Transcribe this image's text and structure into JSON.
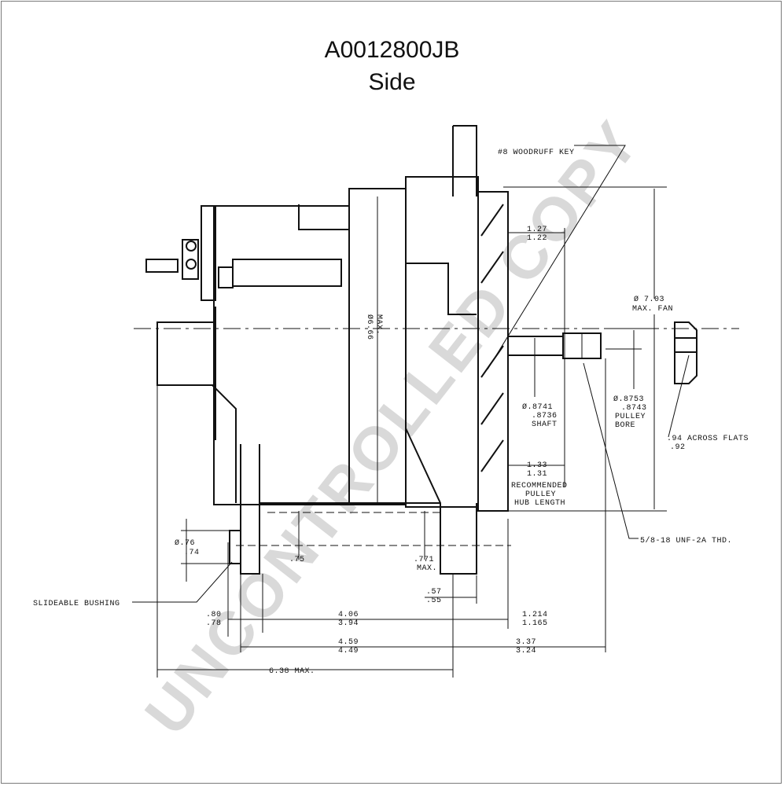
{
  "title": "A0012800JB",
  "subtitle": "Side",
  "watermark": "UNCONTROLLED COPY",
  "labels": {
    "woodruff_key": "#8 WOODRUFF KEY",
    "d_fan_1": "Ø 7.03",
    "d_fan_2": "MAX. FAN",
    "d_body_1": "Ø6.66",
    "d_body_2": "MAX.",
    "hub_1": "1.27",
    "hub_2": "1.22",
    "shaft_1": "Ø.8741",
    "shaft_2": ".8736",
    "shaft_3": "SHAFT",
    "bore_1": "Ø.8753",
    "bore_2": ".8743",
    "bore_3": "PULLEY",
    "bore_4": "BORE",
    "flats_1": ".94 ACROSS FLATS",
    "flats_2": ".92",
    "rec_1": "1.33",
    "rec_2": "1.31",
    "rec_3": "RECOMMENDED",
    "rec_4": "PULLEY",
    "rec_5": "HUB LENGTH",
    "thread": "5/8-18 UNF-2A THD.",
    "bush_d_1": "Ø.76",
    "bush_d_2": ".74",
    "foot_1": ".75",
    "foot_2": ".771",
    "foot_3": "MAX.",
    "bushing": "SLIDEABLE BUSHING",
    "d57_1": ".57",
    "d57_2": ".55",
    "d80_1": ".80",
    "d80_2": ".78",
    "d406_1": "4.06",
    "d406_2": "3.94",
    "d1214_1": "1.214",
    "d1214_2": "1.165",
    "d459_1": "4.59",
    "d459_2": "4.49",
    "d337_1": "3.37",
    "d337_2": "3.24",
    "d638": "6.38 MAX."
  }
}
